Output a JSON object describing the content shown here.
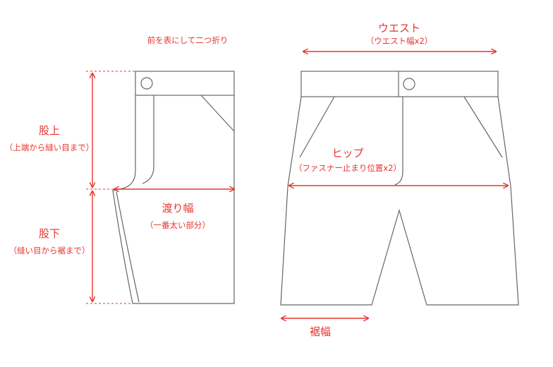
{
  "colors": {
    "accent": "#e8352f",
    "garment_line": "#666666",
    "background": "#ffffff"
  },
  "diagram": {
    "fold_note": "前を表にして二つ折り",
    "rise": {
      "label": "股上",
      "sub": "（上端から縫い目まで）"
    },
    "inseam": {
      "label": "股下",
      "sub": "（縫い目から裾まで）"
    },
    "thigh": {
      "label": "渡り幅",
      "sub": "（一番太い部分）"
    },
    "waist": {
      "label": "ウエスト",
      "sub": "（ウエスト幅x2）"
    },
    "hip": {
      "label": "ヒップ",
      "sub": "（ファスナー止まり位置x2）"
    },
    "hem": {
      "label": "裾幅"
    }
  }
}
